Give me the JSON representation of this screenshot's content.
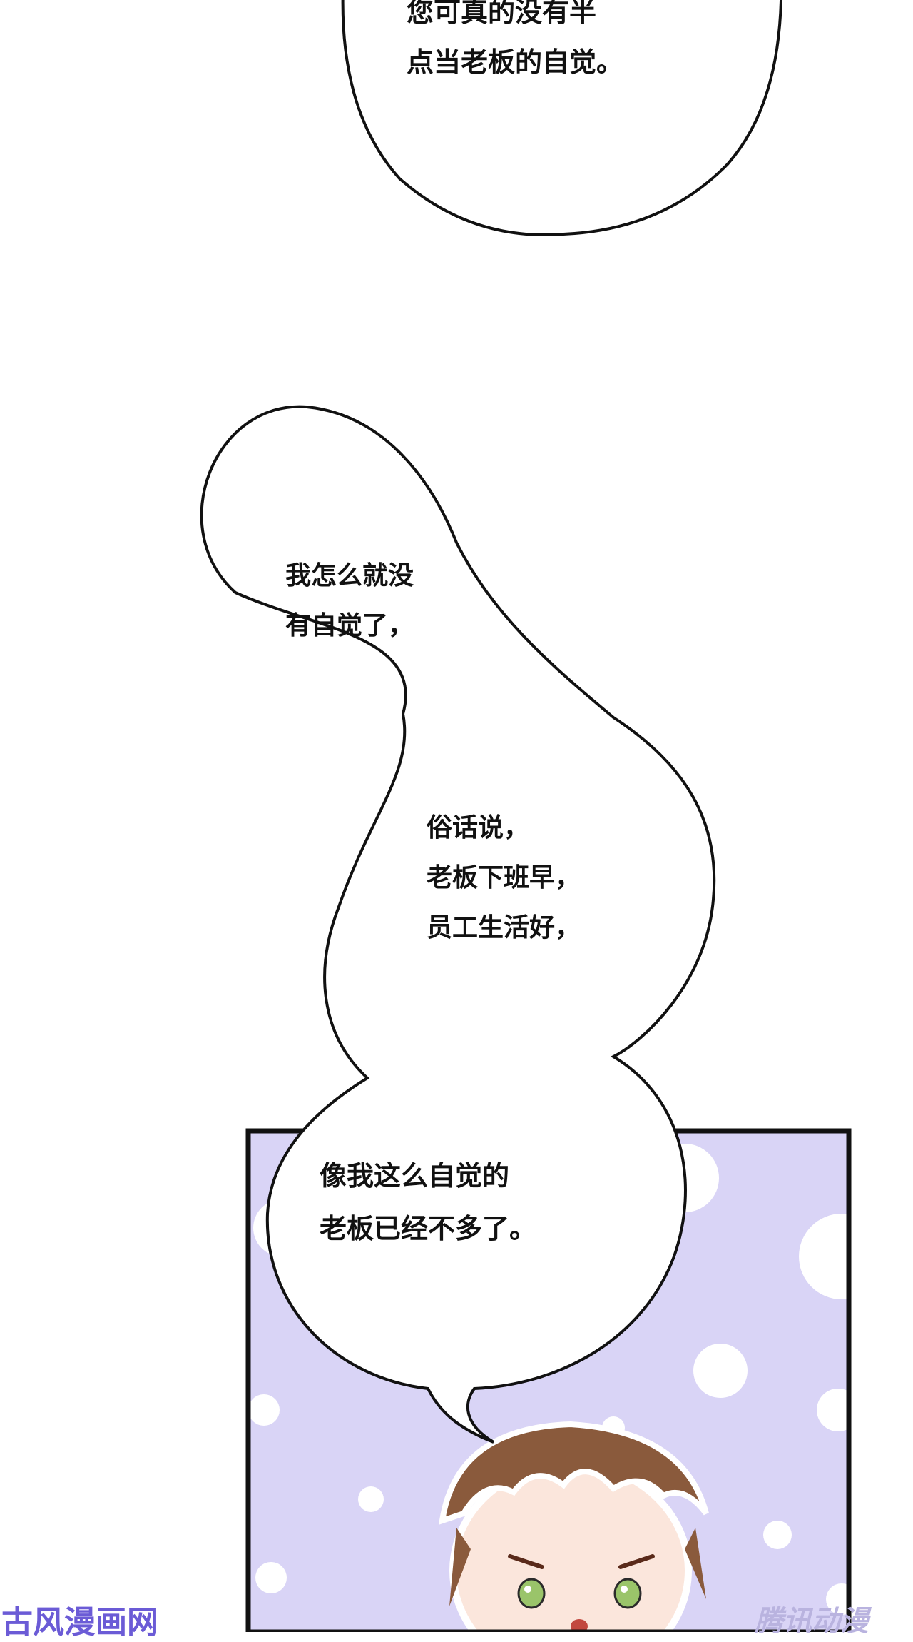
{
  "bubbles": {
    "top": {
      "lines": "您可真的没有半\n点当老板的自觉。"
    },
    "second": {
      "lines": "我怎么就没\n有自觉了，"
    },
    "third": {
      "lines": "俗话说，\n老板下班早，\n员工生活好，"
    },
    "fourth": {
      "lines": "像我这么自觉的\n老板已经不多了。"
    }
  },
  "watermarks": {
    "left": "古风漫画网",
    "right": "腾讯动漫"
  },
  "colors": {
    "panel_bg": "#d9d4f6",
    "panel_border": "#111111",
    "dots": "#ffffff",
    "hair": "#8a5a3c",
    "skin": "#fbe6dc",
    "eye": "#9ac46a",
    "wm_left": "#6b5bd6",
    "wm_right": "#b9b3df"
  },
  "icons": {
    "character": "boy-character-illustration"
  }
}
